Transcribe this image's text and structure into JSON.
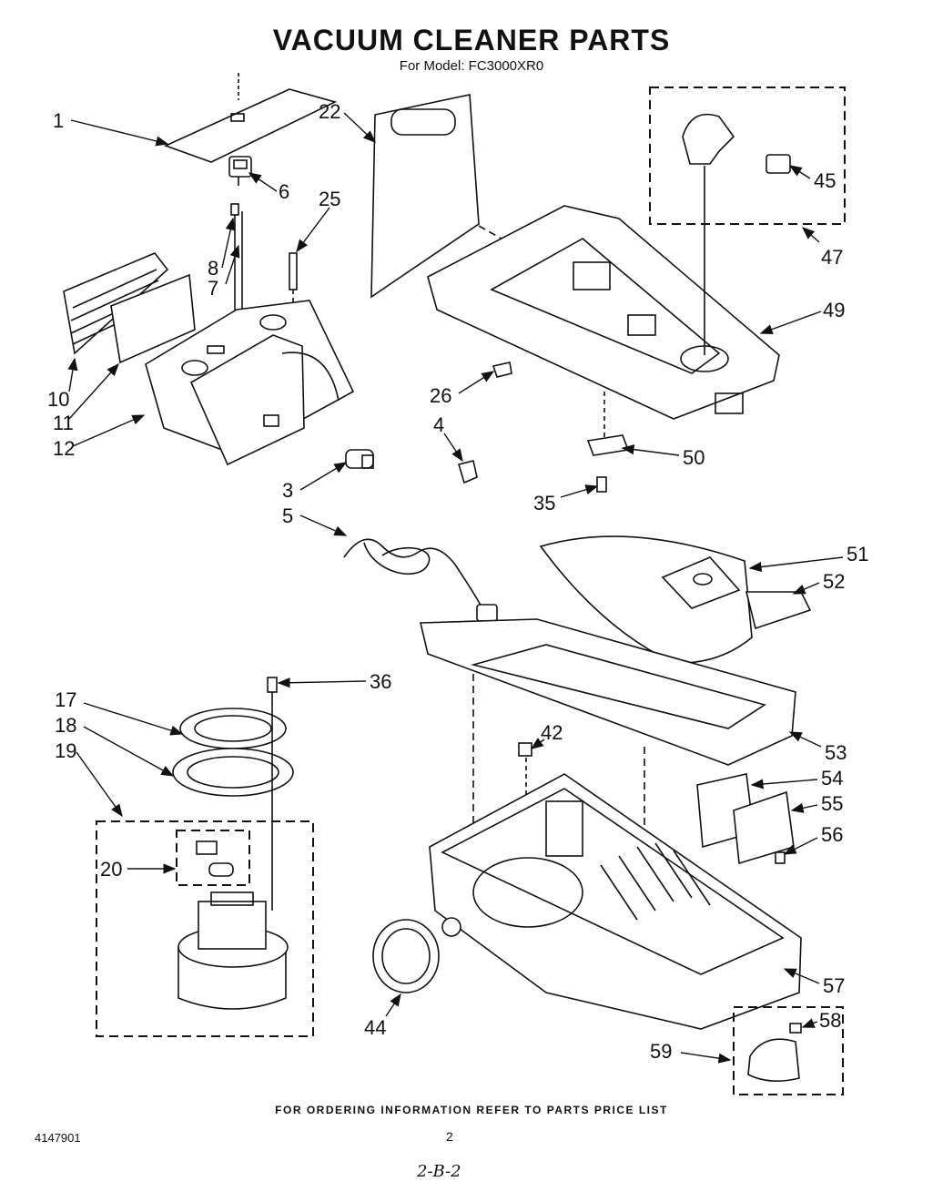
{
  "header": {
    "title": "VACUUM CLEANER PARTS",
    "subtitle": "For Model: FC3000XR0"
  },
  "footer": {
    "ordering_note": "FOR ORDERING INFORMATION REFER TO PARTS PRICE LIST",
    "doc_number": "4147901",
    "page_number": "2",
    "handwritten_ref": "2-B-2"
  },
  "part_labels": [
    "1",
    "3",
    "4",
    "5",
    "6",
    "7",
    "8",
    "10",
    "11",
    "12",
    "17",
    "18",
    "19",
    "20",
    "22",
    "25",
    "26",
    "35",
    "36",
    "42",
    "44",
    "45",
    "47",
    "49",
    "50",
    "51",
    "52",
    "53",
    "54",
    "55",
    "56",
    "57",
    "58",
    "59"
  ]
}
